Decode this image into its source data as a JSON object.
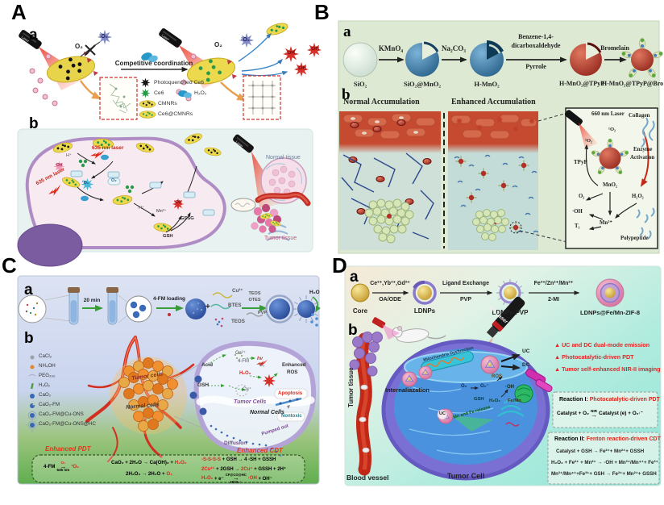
{
  "panel_a": {
    "label": "A",
    "sub_a": "a",
    "sub_b": "b",
    "laser_device_label": "Laser",
    "scheme": {
      "o2_left": "O₂",
      "singlet_o2_left": "¹O₂",
      "arrow_label": "Competitive coordination",
      "o2_right": "O₂",
      "singlet_o2_right": "¹O₂",
      "oh_1": "·OH",
      "oh_2": "·OH",
      "oh_3": "·OH"
    },
    "legend": {
      "photoquenched_ce6": "Photoquenched Ce6",
      "ce6": "Ce6",
      "h2o2": "H₂O₂",
      "cmnrs": "CMNRs",
      "ce6_cmnrs": "Ce6@CMNRs"
    },
    "cell": {
      "laser_top": "635 nm laser",
      "laser_left": "635 nm laser",
      "h_plus_1": "H⁺",
      "oh_pink": "·OH",
      "singlet_o2": "¹O₂",
      "o2": "O₂",
      "h_plus_2": "H⁺",
      "oh_red": "·OH",
      "mn": "Mn²⁺",
      "gssg": "GSSG",
      "gsh": "GSH",
      "normal_tissue": "Normal tissue",
      "tumor_tissue": "Tumor tissue"
    }
  },
  "panel_b": {
    "label": "B",
    "sub_a": "a",
    "sub_b": "b",
    "synthesis": {
      "step1": "KMnO₄",
      "step2": "Na₂CO₃",
      "step3_line1": "Benzene-1,4-",
      "step3_line2": "dicarboxaldehyde",
      "step3_line3": "Pyrrole",
      "step4": "Bromelain",
      "product1": "SiO₂",
      "product2": "SiO₂@MnO₂",
      "product3": "H-MnO₂",
      "product4": "H-MnO₂@TPyP",
      "product5": "H-MnO₂@TPyP@Bro"
    },
    "accumulation": {
      "normal": "Normal Accumulation",
      "enhanced": "Enhanced Accumulation"
    },
    "inset": {
      "laser": "660 nm Laser",
      "collagen": "Collagen",
      "singlet_o2_top": "¹O₂",
      "singlet_o2_left": "¹O₂",
      "tpyp": "TPyP",
      "enzyme_line1": "Enzyme",
      "enzyme_line2": "Activation",
      "mno2": "MnO₂",
      "o2": "O₂",
      "h2o2": "H₂O₂",
      "oh": "·OH",
      "t1": "T₁",
      "mn": "Mn²⁺",
      "polypeptide": "Polypeptide"
    }
  },
  "panel_c": {
    "label": "C",
    "sub_a": "a",
    "sub_b": "b",
    "synthesis": {
      "time": "20 min",
      "loading": "4-FM loading",
      "cu": "Cu²⁺",
      "btes": "BTES",
      "teos": "TEOS",
      "plus": "+",
      "teos2": "TEOS",
      "otes": "OTES",
      "pvp": "PVP",
      "h2o": "H₂O"
    },
    "legend": [
      "CaCl₂",
      "NH₄OH",
      "PEG₂₀₀",
      "H₂O₂",
      "CaO₂",
      "CaO₂-FM",
      "CaO₂-FM@Cu-ONS",
      "CaO₂-FM@Cu-ONS@HC"
    ],
    "tumor": {
      "tumor_cells": "Tumor cells",
      "normal_cells": "Normal cells"
    },
    "cell": {
      "acid": "Acid",
      "gsh": "GSH",
      "ca": "Ca²⁺",
      "fm": "4-FM",
      "h2o2": "H₂O₂",
      "cu": "Cu⁺",
      "hv": "hν",
      "o2": "O₂",
      "enhanced": "Enhanced",
      "ros": "ROS",
      "apoptosis": "Apoptosis",
      "tumor_cells": "Tumor Cells",
      "normal_cells": "Normal Cells",
      "nontoxic": "Nontoxic",
      "pumped_out": "Pumped out",
      "diffusion": "Diffusion"
    },
    "reactions": {
      "pdt_title": "Enhanced PDT",
      "cdt_title": "Enhanced CDT",
      "eq1_left": "4-FM",
      "eq1_above": "O₂",
      "eq1_below": "635 nm",
      "eq1_right": "¹O₂",
      "eq2_black": "CaO₂ + 2H₂O → Ca(OH)₂ +",
      "eq2_red": "H₂O₂",
      "eq3_black": "2H₂O₂ → 2H₂O +",
      "eq3_red": "O₂",
      "eq4_red": "-S-S-S-S",
      "eq4_black": "+ GSH → 4 -SH + GSSH",
      "eq5_red1": "2Cu²⁺",
      "eq5_black1": "+ 2GSH →",
      "eq5_red2": "2Cu⁺",
      "eq5_black2": "+ GSSH + 2H⁺",
      "eq6_red1": "H₂O₂",
      "eq6_black1": "+ e⁻",
      "eq6_above": "CF@CO@HC",
      "eq6_below": "HCO₃⁻",
      "eq6_red2": "·OH",
      "eq6_black2": "+ OH⁻"
    }
  },
  "panel_d": {
    "label": "D",
    "sub_a": "a",
    "sub_b": "b",
    "synthesis": {
      "step1_top": "Ce³⁺,Yb³⁺,Gd³⁺",
      "step1_bottom": "OA/ODE",
      "step2_top": "Ligand Exchange",
      "step2_bottom": "PVP",
      "step3_top": "Fe³⁺/Zn²⁺/Mn²⁺",
      "step3_bottom": "2-MI",
      "product1": "Core",
      "product2": "LDNPs",
      "product3": "LDNPs-PVP",
      "product4": "LDNPs@Fe/Mn-ZIF-8"
    },
    "scene": {
      "tumor_tissue": "Tumor tissue",
      "blood_vessel": "Blood vessel",
      "nir_laser": "NIR Laser",
      "internalization": "Internaliazation",
      "tumor_cell": "Tumor Cell",
      "uc": "UC",
      "dc": "DC",
      "mito": "Mitochondria Dysfunction",
      "o2": "O₂",
      "o2_minus": "O₂⁻",
      "ros": "ROS",
      "oh": "·OH",
      "gsh": "GSH",
      "h2o2": "H₂O₂",
      "femn": "Fe/Mn",
      "release": "Mn and Fe release",
      "uc_small": "UC"
    },
    "bullets": [
      "▲ UC and DC dual-mode emission",
      "▲ Photocatalytic-driven PDT",
      "▲ Tumor self-enhanced NIR-II imaging"
    ],
    "reaction1": {
      "title_black": "Reaction I:",
      "title_red": "Photocatalytic-driven PDT",
      "eq_left": "Catalyst + O₂",
      "eq_arrow_top": "NIR",
      "eq_right": "Catalyst (e) + O₂·⁻"
    },
    "reaction2": {
      "title_black": "Reaction II:",
      "title_red": "Fenton reaction-driven CDT",
      "eq1": "Catalyst + GSH → Fe²⁺+ Mn²⁺+ GSSH",
      "eq2": "H₂O₂ + Fe²⁺ + Mn²⁺ → ·OH + Mn³⁺/Mn⁴⁺+ Fe³⁺",
      "eq3": "Mn³⁺/Mn⁴⁺+Fe³⁺+ GSH → Fe²⁺+ Mn²⁺+ GSSH"
    }
  }
}
